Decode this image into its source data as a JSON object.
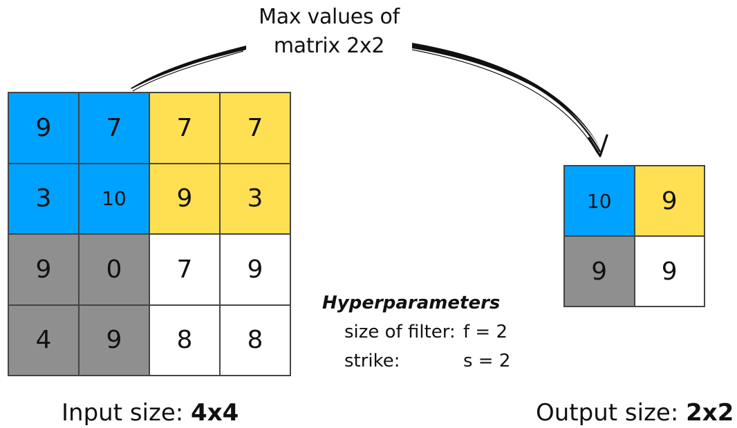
{
  "title": {
    "line1": "Max values of",
    "line2": "matrix 2x2"
  },
  "colors": {
    "blue": "#00a2ff",
    "yellow": "#ffe052",
    "gray": "#8f8f8f",
    "white": "#ffffff",
    "border": "#444444",
    "arrow": "#111111"
  },
  "input_grid": {
    "rows": [
      [
        {
          "value": "9",
          "color": "blue"
        },
        {
          "value": "7",
          "color": "blue"
        },
        {
          "value": "7",
          "color": "yellow"
        },
        {
          "value": "7",
          "color": "yellow"
        }
      ],
      [
        {
          "value": "3",
          "color": "blue"
        },
        {
          "value": "10",
          "color": "blue"
        },
        {
          "value": "9",
          "color": "yellow"
        },
        {
          "value": "3",
          "color": "yellow"
        }
      ],
      [
        {
          "value": "9",
          "color": "gray"
        },
        {
          "value": "0",
          "color": "gray"
        },
        {
          "value": "7",
          "color": "white"
        },
        {
          "value": "9",
          "color": "white"
        }
      ],
      [
        {
          "value": "4",
          "color": "gray"
        },
        {
          "value": "9",
          "color": "gray"
        },
        {
          "value": "8",
          "color": "white"
        },
        {
          "value": "8",
          "color": "white"
        }
      ]
    ]
  },
  "output_grid": {
    "rows": [
      [
        {
          "value": "10",
          "color": "blue"
        },
        {
          "value": "9",
          "color": "yellow"
        }
      ],
      [
        {
          "value": "9",
          "color": "gray"
        },
        {
          "value": "9",
          "color": "white"
        }
      ]
    ]
  },
  "hyperparameters": {
    "heading": "Hyperparameters",
    "filter_label": "size of filter:",
    "filter_value": "f = 2",
    "strike_label": "strike:",
    "strike_value": "s = 2"
  },
  "captions": {
    "input_prefix": "Input size: ",
    "input_size": "4x4",
    "output_prefix": "Output size: ",
    "output_size": "2x2"
  }
}
